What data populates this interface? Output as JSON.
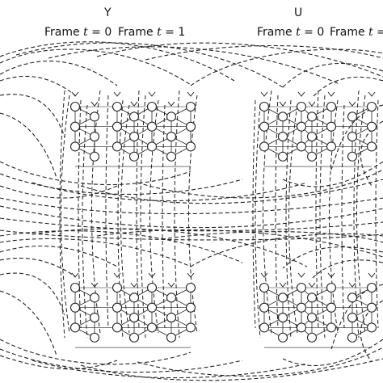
{
  "columns": [
    {
      "title": "Y",
      "frames": [
        {
          "prefix": "Frame ",
          "var": "t",
          "suffix": " = 0"
        },
        {
          "prefix": "Frame ",
          "var": "t",
          "suffix": " = 1"
        }
      ]
    },
    {
      "title": "U",
      "frames": [
        {
          "prefix": "Frame ",
          "var": "t",
          "suffix": " = 0"
        },
        {
          "prefix": "Frame ",
          "var": "t",
          "suffix": " = "
        }
      ]
    }
  ],
  "colors": {
    "stroke": "#222222",
    "background": "#ffffff"
  }
}
